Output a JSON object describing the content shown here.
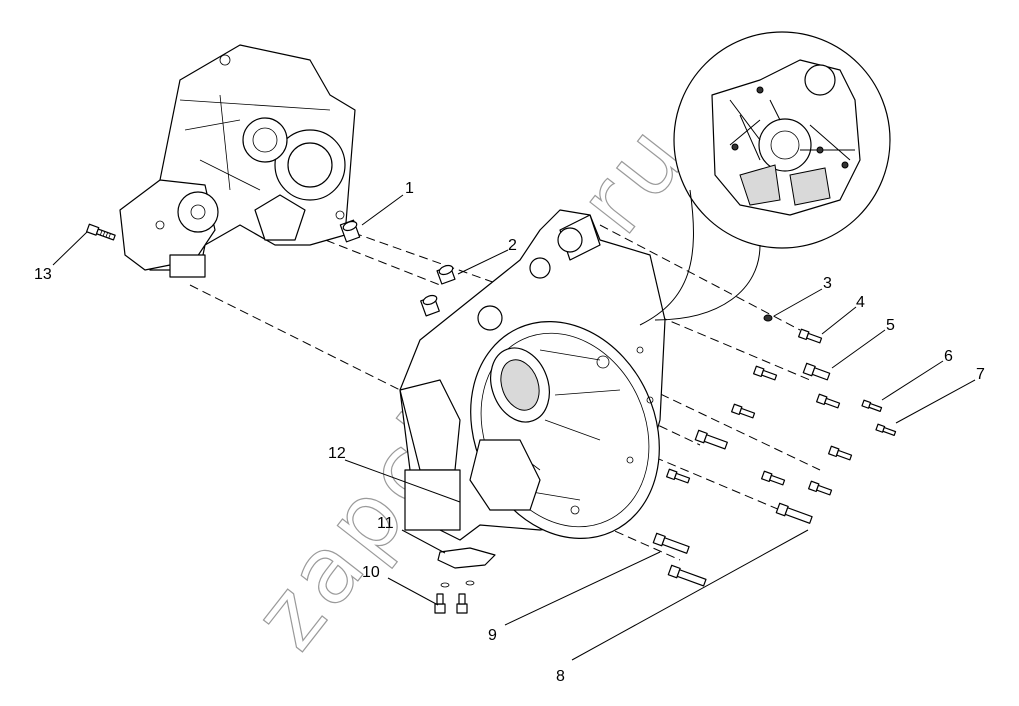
{
  "watermark": "zapchasti.ru",
  "callouts": [
    {
      "id": "1",
      "label": "1"
    },
    {
      "id": "2",
      "label": "2"
    },
    {
      "id": "3",
      "label": "3"
    },
    {
      "id": "4",
      "label": "4"
    },
    {
      "id": "5",
      "label": "5"
    },
    {
      "id": "6",
      "label": "6"
    },
    {
      "id": "7",
      "label": "7"
    },
    {
      "id": "8",
      "label": "8"
    },
    {
      "id": "9",
      "label": "9"
    },
    {
      "id": "10",
      "label": "10"
    },
    {
      "id": "11",
      "label": "11"
    },
    {
      "id": "12",
      "label": "12"
    },
    {
      "id": "13",
      "label": "13"
    }
  ]
}
